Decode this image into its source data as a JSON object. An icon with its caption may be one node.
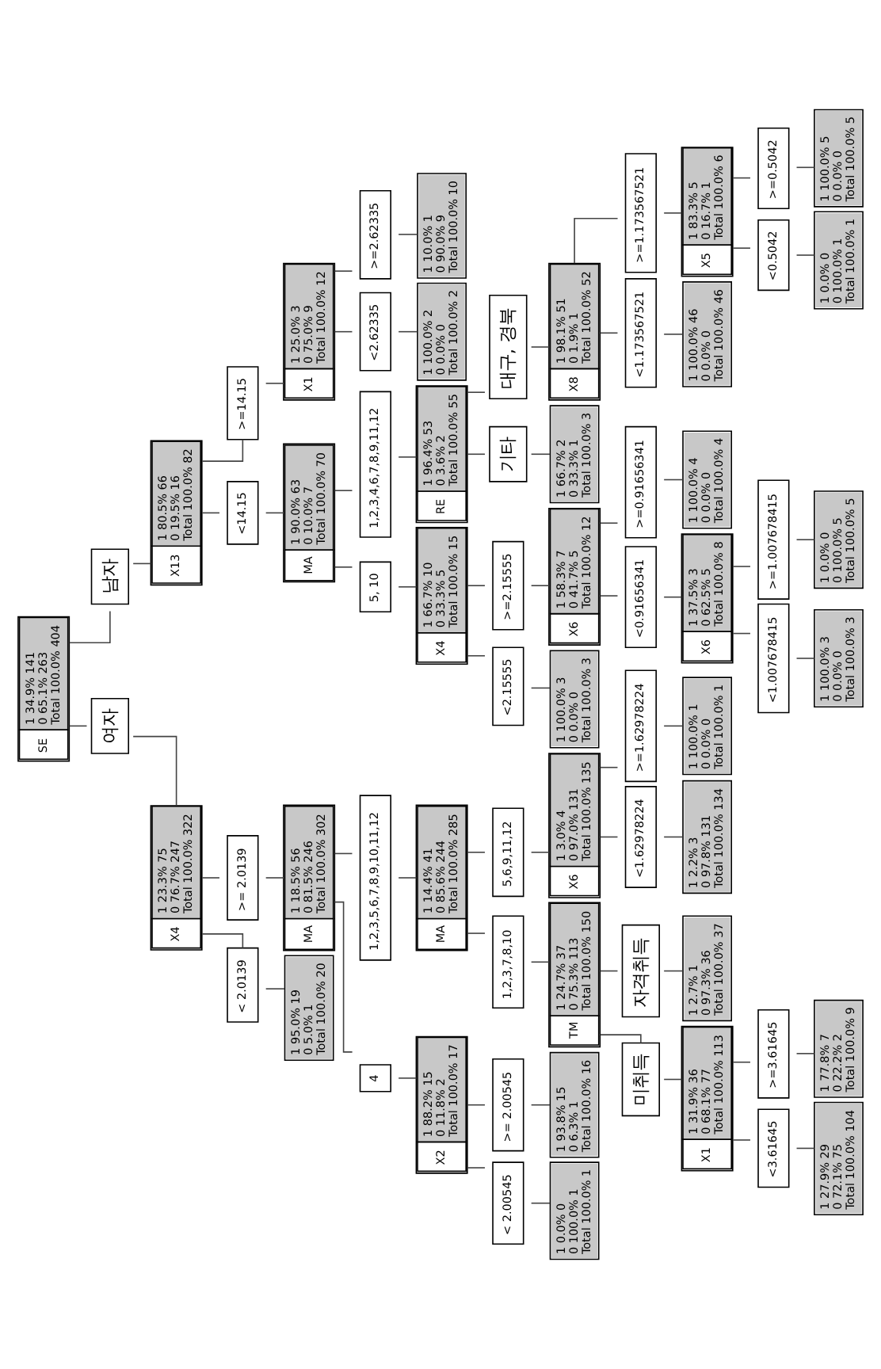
{
  "diagram": {
    "nodes": [
      {
        "text": [
          "SE",
          "1 34.9% 141",
          "0 65.1% 263",
          "Total 100.0% 404"
        ]
      },
      {
        "text": [
          "여자"
        ]
      },
      {
        "text": [
          "X4",
          "1 23.3% 75",
          "0 76.7% 247",
          "Total 100.0% 322"
        ]
      },
      {
        "text": [
          "< 2.0139"
        ]
      },
      {
        "text": [
          "1 95.0% 19",
          "0 5.0% 1",
          "Total 100.0% 20"
        ]
      },
      {
        "text": [
          ">= 2.0139"
        ]
      },
      {
        "text": [
          "MA",
          "1 18.5% 56",
          "0 81.5% 246",
          "Total 100.0% 302"
        ]
      },
      {
        "text": [
          "4"
        ]
      },
      {
        "text": [
          "X2",
          "1 88.2% 15",
          "0 11.8% 2",
          "Total 100.0% 17"
        ]
      },
      {
        "text": [
          "< 2.00545"
        ]
      },
      {
        "text": [
          "1 0.0% 0",
          "0 100.0% 1",
          "Total 100.0% 1"
        ]
      },
      {
        "text": [
          ">= 2.00545"
        ]
      },
      {
        "text": [
          "1 93.8% 15",
          "0 6.3% 1",
          "Total 100.0% 16"
        ]
      },
      {
        "text": [
          "1,2,3,5,6,7,8,9,10,11,12"
        ]
      },
      {
        "text": [
          "MA",
          "1 14.4% 41",
          "0 85.6% 244",
          "Total 100.0% 285"
        ]
      },
      {
        "text": [
          "1,2,3,7,8,10"
        ]
      },
      {
        "text": [
          "TM",
          "1 24.7% 37",
          "0 75.3% 113",
          "Total 100.0% 150"
        ]
      },
      {
        "text": [
          "미취득"
        ]
      },
      {
        "text": [
          "X1",
          "1 31.9% 36",
          "0 68.1% 77",
          "Total 100.0% 113"
        ]
      },
      {
        "text": [
          "<3.61645"
        ]
      },
      {
        "text": [
          "1 27.9% 29",
          "0 72.1% 75",
          "Total 100.0% 104"
        ]
      },
      {
        "text": [
          ">=3.61645"
        ]
      },
      {
        "text": [
          "1 77.8% 7",
          "0 22.2% 2",
          "Total 100.0% 9"
        ]
      },
      {
        "text": [
          "자격취득"
        ]
      },
      {
        "text": [
          "1 2.7% 1",
          "0 97.3% 36",
          "Total 100.0% 37"
        ]
      },
      {
        "text": [
          "5,6,9,11,12"
        ]
      },
      {
        "text": [
          "X6",
          "1 3.0% 4",
          "0 97.0% 131",
          "Total 100.0% 135"
        ]
      },
      {
        "text": [
          "<1.62978224"
        ]
      },
      {
        "text": [
          "1 2.2% 3",
          "0 97.8% 131",
          "Total 100.0% 134"
        ]
      },
      {
        "text": [
          ">=1.62978224"
        ]
      },
      {
        "text": [
          "1 100.0% 1",
          "0 0.0% 0",
          "Total 100.0% 1"
        ]
      },
      {
        "text": [
          "남자"
        ]
      },
      {
        "text": [
          "X13",
          "1 80.5% 66",
          "0 19.5% 16",
          "Total 100.0% 82"
        ]
      },
      {
        "text": [
          "<14.15"
        ]
      },
      {
        "text": [
          "MA",
          "1 90.0% 63",
          "0 10.0% 7",
          "Total 100.0% 70"
        ]
      },
      {
        "text": [
          "5, 10"
        ]
      },
      {
        "text": [
          "X4",
          "1 66.7% 10",
          "0 33.3% 5",
          "Total 100.0% 15"
        ]
      },
      {
        "text": [
          "<2.15555"
        ]
      },
      {
        "text": [
          "1 100.0% 3",
          "0 0.0% 0",
          "Total 100.0% 3"
        ]
      },
      {
        "text": [
          ">=2.15555"
        ]
      },
      {
        "text": [
          "X6",
          "1 58.3% 7",
          "0 41.7% 5",
          "Total 100.0% 12"
        ]
      },
      {
        "text": [
          "<0.91656341"
        ]
      },
      {
        "text": [
          "X6",
          "1 37.5% 3",
          "0 62.5% 5",
          "Total 100.0% 8"
        ]
      },
      {
        "text": [
          "<1.007678415"
        ]
      },
      {
        "text": [
          "1 100.0% 3",
          "0 0.0% 0",
          "Total 100.0% 3"
        ]
      },
      {
        "text": [
          ">=1.007678415"
        ]
      },
      {
        "text": [
          "1 0.0% 0",
          "0 100.0% 5",
          "Total 100.0% 5"
        ]
      },
      {
        "text": [
          ">=0.91656341"
        ]
      },
      {
        "text": [
          "1 100.0% 4",
          "0 0.0% 0",
          "Total 100.0% 4"
        ]
      },
      {
        "text": [
          "1,2,3,4,6,7,8,9,11,12"
        ]
      },
      {
        "text": [
          "RE",
          "1 96.4% 53",
          "0 3.6% 2",
          "Total 100.0% 55"
        ]
      },
      {
        "text": [
          "기타"
        ]
      },
      {
        "text": [
          "1 66.7% 2",
          "0 33.3% 1",
          "Total 100.0% 3"
        ]
      },
      {
        "text": [
          "대구, 경북"
        ]
      },
      {
        "text": [
          "X8",
          "1 98.1% 51",
          "0 1.9% 1",
          "Total 100.0% 52"
        ]
      },
      {
        "text": [
          "<1.173567521"
        ]
      },
      {
        "text": [
          "1 100.0% 46",
          "0 0.0% 0",
          "Total 100.0% 46"
        ]
      },
      {
        "text": [
          ">=1.173567521"
        ]
      },
      {
        "text": [
          "X5",
          "1 83.3% 5",
          "0 16.7% 1",
          "Total 100.0% 6"
        ]
      },
      {
        "text": [
          "<0.5042"
        ]
      },
      {
        "text": [
          "1 0.0% 0",
          "0 100.0% 1",
          "Total 100.0% 1"
        ]
      },
      {
        "text": [
          ">=0.5042"
        ]
      },
      {
        "text": [
          "1 100.0% 5",
          "0 0.0% 0",
          "Total 100.0% 5"
        ]
      },
      {
        "text": [
          ">=14.15"
        ]
      },
      {
        "text": [
          "X1",
          "1 25.0% 3",
          "0 75.0% 9",
          "Total 100.0% 12"
        ]
      },
      {
        "text": [
          "<2.62335"
        ]
      },
      {
        "text": [
          "1 100.0% 2",
          "0 0.0% 0",
          "Total 100.0% 2"
        ]
      },
      {
        "text": [
          ">=2.62335"
        ]
      },
      {
        "text": [
          "1 10.0% 1",
          "0 90.0% 9",
          "Total 100.0% 10"
        ]
      }
    ],
    "edges": [
      {
        "from": 0,
        "to": 1,
        "arrow": "none"
      },
      {
        "from": 1,
        "to": 2,
        "arrow": "none"
      },
      {
        "from": 2,
        "to": 3,
        "arrow": "none"
      },
      {
        "from": 3,
        "to": 4,
        "arrow": "none"
      },
      {
        "from": 2,
        "to": 5,
        "arrow": "none"
      },
      {
        "from": 5,
        "to": 6,
        "arrow": "none"
      },
      {
        "from": 6,
        "to": 7,
        "arrow": "none"
      },
      {
        "from": 7,
        "to": 8,
        "arrow": "none"
      },
      {
        "from": 8,
        "to": 9,
        "arrow": "none"
      },
      {
        "from": 9,
        "to": 10,
        "arrow": "none"
      },
      {
        "from": 8,
        "to": 11,
        "arrow": "none"
      },
      {
        "from": 11,
        "to": 12,
        "arrow": "none"
      },
      {
        "from": 6,
        "to": 13,
        "arrow": "none"
      },
      {
        "from": 13,
        "to": 14,
        "arrow": "none"
      },
      {
        "from": 14,
        "to": 15,
        "arrow": "none"
      },
      {
        "from": 15,
        "to": 16,
        "arrow": "none"
      },
      {
        "from": 16,
        "to": 17,
        "arrow": "none"
      },
      {
        "from": 17,
        "to": 18,
        "arrow": "none"
      },
      {
        "from": 18,
        "to": 19,
        "arrow": "none"
      },
      {
        "from": 19,
        "to": 20,
        "arrow": "none"
      },
      {
        "from": 18,
        "to": 21,
        "arrow": "none"
      },
      {
        "from": 21,
        "to": 22,
        "arrow": "none"
      },
      {
        "from": 16,
        "to": 23,
        "arrow": "none"
      },
      {
        "from": 23,
        "to": 24,
        "arrow": "none"
      },
      {
        "from": 14,
        "to": 25,
        "arrow": "none"
      },
      {
        "from": 25,
        "to": 26,
        "arrow": "none"
      },
      {
        "from": 26,
        "to": 27,
        "arrow": "none"
      },
      {
        "from": 27,
        "to": 28,
        "arrow": "none"
      },
      {
        "from": 26,
        "to": 29,
        "arrow": "none"
      },
      {
        "from": 29,
        "to": 30,
        "arrow": "none"
      },
      {
        "from": 0,
        "to": 31,
        "arrow": "none"
      },
      {
        "from": 31,
        "to": 32,
        "arrow": "none"
      },
      {
        "from": 32,
        "to": 33,
        "arrow": "none"
      },
      {
        "from": 33,
        "to": 34,
        "arrow": "none"
      },
      {
        "from": 34,
        "to": 35,
        "arrow": "none"
      },
      {
        "from": 35,
        "to": 36,
        "arrow": "none"
      },
      {
        "from": 36,
        "to": 37,
        "arrow": "none"
      },
      {
        "from": 37,
        "to": 38,
        "arrow": "none"
      },
      {
        "from": 36,
        "to": 39,
        "arrow": "none"
      },
      {
        "from": 39,
        "to": 40,
        "arrow": "none"
      },
      {
        "from": 40,
        "to": 41,
        "arrow": "none"
      },
      {
        "from": 41,
        "to": 42,
        "arrow": "none"
      },
      {
        "from": 42,
        "to": 43,
        "arrow": "none"
      },
      {
        "from": 43,
        "to": 44,
        "arrow": "none"
      },
      {
        "from": 42,
        "to": 45,
        "arrow": "none"
      },
      {
        "from": 45,
        "to": 46,
        "arrow": "none"
      },
      {
        "from": 40,
        "to": 47,
        "arrow": "none"
      },
      {
        "from": 47,
        "to": 48,
        "arrow": "none"
      },
      {
        "from": 34,
        "to": 49,
        "arrow": "none"
      },
      {
        "from": 49,
        "to": 50,
        "arrow": "none"
      },
      {
        "from": 50,
        "to": 51,
        "arrow": "none"
      },
      {
        "from": 51,
        "to": 52,
        "arrow": "none"
      },
      {
        "from": 50,
        "to": 53,
        "arrow": "none"
      },
      {
        "from": 53,
        "to": 54,
        "arrow": "none"
      },
      {
        "from": 54,
        "to": 55,
        "arrow": "none"
      },
      {
        "from": 55,
        "to": 56,
        "arrow": "none"
      },
      {
        "from": 54,
        "to": 57,
        "arrow": "none"
      },
      {
        "from": 57,
        "to": 58,
        "arrow": "none"
      },
      {
        "from": 58,
        "to": 59,
        "arrow": "none"
      },
      {
        "from": 59,
        "to": 60,
        "arrow": "none"
      },
      {
        "from": 58,
        "to": 61,
        "arrow": "none"
      },
      {
        "from": 61,
        "to": 62,
        "arrow": "none"
      },
      {
        "from": 32,
        "to": 63,
        "arrow": "none"
      },
      {
        "from": 63,
        "to": 64,
        "arrow": "none"
      },
      {
        "from": 64,
        "to": 65,
        "arrow": "none"
      },
      {
        "from": 65,
        "to": 66,
        "arrow": "none"
      },
      {
        "from": 64,
        "to": 67,
        "arrow": "none"
      },
      {
        "from": 67,
        "to": 68,
        "arrow": "none"
      }
    ]
  }
}
